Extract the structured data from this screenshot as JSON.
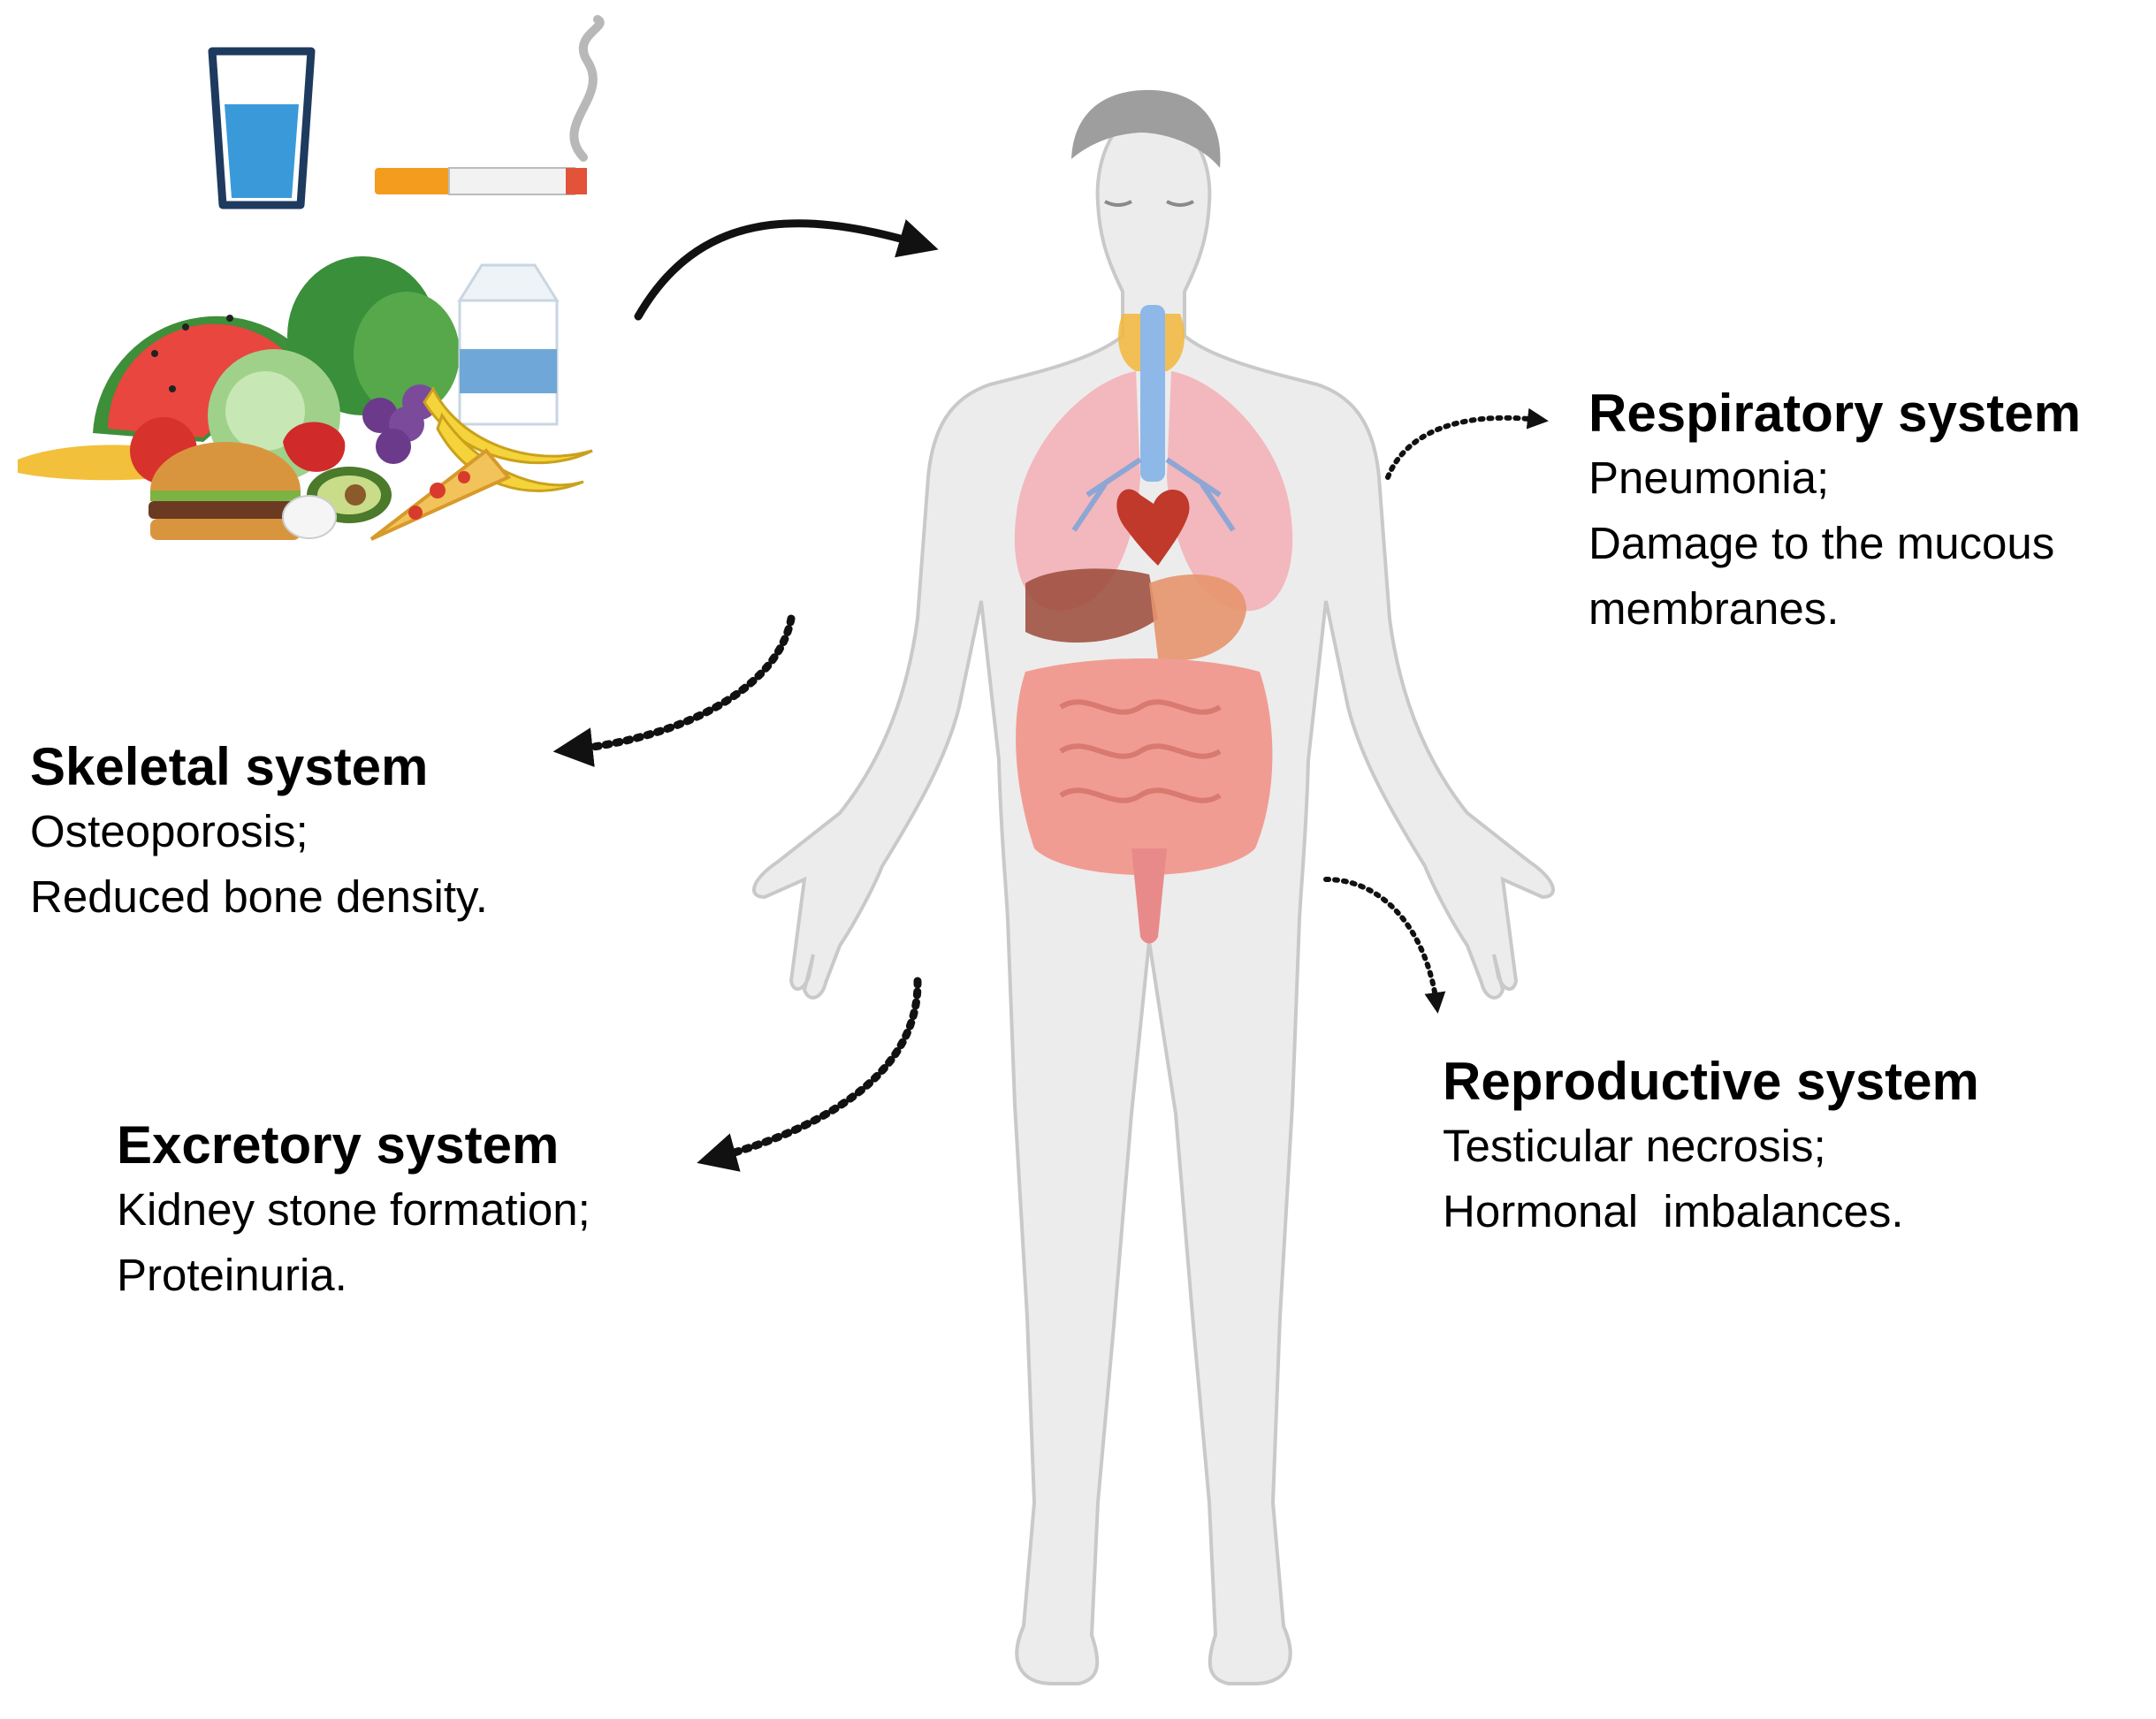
{
  "systems": {
    "respiratory": {
      "title": "Respiratory system",
      "lines": [
        "Pneumonia;",
        "Damage to the mucous",
        "membranes."
      ]
    },
    "skeletal": {
      "title": "Skeletal system",
      "lines": [
        "Osteoporosis;",
        "Reduced bone density."
      ]
    },
    "excretory": {
      "title": "Excretory system",
      "lines": [
        "Kidney stone formation;",
        "Proteinuria."
      ]
    },
    "reproductive": {
      "title": "Reproductive system",
      "lines": [
        "Testicular necrosis;",
        "Hormonal  imbalances."
      ]
    }
  },
  "icons": {
    "exposures": [
      "water-glass-icon",
      "cigarette-icon",
      "food-pile-icon"
    ],
    "body": "human-body-icon",
    "arrow": "curved-arrow-icon"
  },
  "colors": {
    "water": "#3a9ad9",
    "body": "#ececec",
    "lungs": "#f2b8bd",
    "intestine": "#f19c93",
    "arrow": "#111111"
  }
}
